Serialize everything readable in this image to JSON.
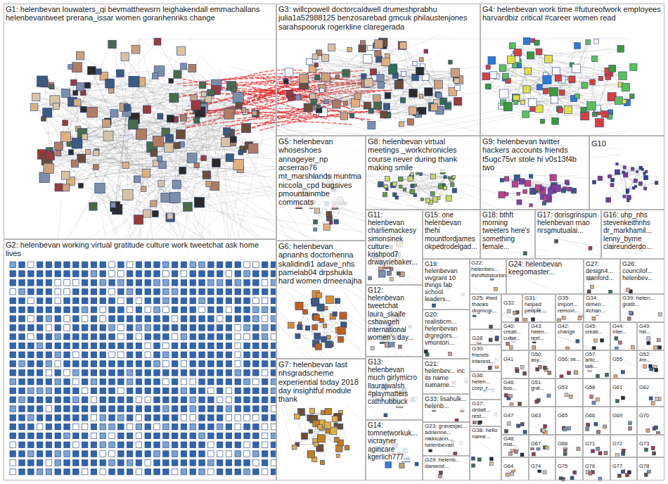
{
  "diagram": {
    "nodes": [
      {
        "text": [
          "G1: helenbevan louwaters_qi bevmatthewsrn leighakendall emmachallans helenbevantweet prerana_issar women goranhenriks change"
        ]
      },
      {
        "text": [
          "G3: willcpowell doctorcaldwell drumeshprabhu julia1a52988125 benzosarebad gmcuk philaustenjones sarahspooruk rogerkline claregerada"
        ]
      },
      {
        "text": [
          "G4: helenbevan work time #futureofwork employees harvardbiz critical #career women read"
        ]
      },
      {
        "text": [
          "G5: helenbevan whoseshoes annageyer_np acserrao76 mt_marshlands muntma niccola_cpd bugsives pmountainmbe commcats"
        ]
      },
      {
        "text": [
          "G8: helenbevan virtual meetings _workchronicles course never during thank making smile"
        ]
      },
      {
        "text": [
          "G9: helenbevan twitter hackers accounts friends t5ugc75vr stole hi v0s13f4b two"
        ]
      },
      {
        "text": [
          "G10"
        ]
      },
      {
        "text": [
          "G11: helenbevan charliemackesy simonsinek culture krishpod7 drwayriebaker..."
        ]
      },
      {
        "text": [
          "G15: one helenbevan thehi mountfordjames okpedrodelgad..."
        ]
      },
      {
        "text": [
          "G18: bthft morning tweeters here's something female..."
        ]
      },
      {
        "text": [
          "G17: dorisgrinspun helenbevan rnao nrsgmutualai..."
        ]
      },
      {
        "text": [
          "G16: uhp_nhs stevenkeithnhs dr_markhamil... lenny_byrne claireunderdo..."
        ]
      },
      {
        "text": [
          "G19: helenbevan vivgrant 10 things fab school leaders..."
        ]
      },
      {
        "text": [
          "G22: helenbev... #shiftdisturbin..."
        ]
      },
      {
        "text": [
          "G24: helenbevan keegomaster..."
        ]
      },
      {
        "text": [
          "G27: design4... stanford..."
        ]
      },
      {
        "text": [
          "G26: councilof... helenbev..."
        ]
      },
      {
        "text": [
          "G25: #iwd thanks drgmcgi..."
        ]
      },
      {
        "text": [
          "G32"
        ]
      },
      {
        "text": [
          "G31: helped people..."
        ]
      },
      {
        "text": [
          "G35: import... removi..."
        ]
      },
      {
        "text": [
          "G34: dimen... #chan..."
        ]
      },
      {
        "text": [
          "G39: helen... gratit..."
        ]
      },
      {
        "text": [
          "G12: helenbevan tweetchat laura_skaife cshawgeh international women's day..."
        ]
      },
      {
        "text": [
          "G20: realisticm... helenbevan drgregors... vmontori..."
        ]
      },
      {
        "text": [
          "G28"
        ]
      },
      {
        "text": [
          "G40: creati... cultur..."
        ]
      },
      {
        "text": [
          "G43: helen... rest..."
        ]
      },
      {
        "text": [
          "G42: change"
        ]
      },
      {
        "text": [
          "G45: creati..."
        ]
      },
      {
        "text": [
          "G44: inter..."
        ]
      },
      {
        "text": [
          "G49: hel..."
        ]
      },
      {
        "text": [
          "G30: friends interest..."
        ]
      },
      {
        "text": [
          "G41"
        ]
      },
      {
        "text": [
          "G50: asy..."
        ]
      },
      {
        "text": [
          "G56: se..."
        ]
      },
      {
        "text": [
          "G57: artic... talk..."
        ]
      },
      {
        "text": [
          "G55"
        ]
      },
      {
        "text": [
          "G52: #m..."
        ]
      },
      {
        "text": [
          "G21: helenbev... inc its name surname..."
        ]
      },
      {
        "text": [
          "G36: helen... corp_r..."
        ]
      },
      {
        "text": [
          "G46: boo..."
        ]
      },
      {
        "text": [
          "G51: grat..."
        ]
      },
      {
        "text": [
          "G53"
        ]
      },
      {
        "text": [
          "G58"
        ]
      },
      {
        "text": [
          "G61"
        ]
      },
      {
        "text": [
          "G62"
        ]
      },
      {
        "text": [
          "G2: helenbevan working virtual gratitude culture work tweetchat ask home lives"
        ]
      },
      {
        "text": [
          "G6: helenbevan apnanhs doctorhenna skalidindi1 adave_nhs pamelab04 drpshukla hard women drneenajha"
        ]
      },
      {
        "text": [
          "G13: helenbevan much girlymicro llaurajwalsh #playmatters cathhubbuck"
        ]
      },
      {
        "text": [
          "G33: lisahulk... helenb..."
        ]
      },
      {
        "text": [
          "G37: drdalt... rest..."
        ]
      },
      {
        "text": [
          "G47"
        ]
      },
      {
        "text": [
          "G63"
        ]
      },
      {
        "text": [
          "G65"
        ]
      },
      {
        "text": [
          "G66"
        ]
      },
      {
        "text": [
          "G69"
        ]
      },
      {
        "text": [
          "G70"
        ]
      },
      {
        "text": [
          "G23: gravesjac... adrienne... nikkicann... helenbevan"
        ]
      },
      {
        "text": [
          "G38: hello name..."
        ]
      },
      {
        "text": [
          "G48: mat..."
        ]
      },
      {
        "text": [
          "G67"
        ]
      },
      {
        "text": [
          "G68"
        ]
      },
      {
        "text": [
          "G71"
        ]
      },
      {
        "text": [
          "G72"
        ]
      },
      {
        "text": [
          "G73"
        ]
      },
      {
        "text": [
          "G7: helenbevan last nhsgradscheme experiential today 2018 day insightful module thank"
        ]
      },
      {
        "text": [
          "G14: tomnetworkuk... vicrayner agincare kgerlich777..."
        ]
      },
      {
        "text": [
          "G29: helenb... danwod..."
        ]
      },
      {
        "text": [
          "G64"
        ]
      },
      {
        "text": [
          "G74"
        ]
      },
      {
        "text": [
          "G75"
        ]
      },
      {
        "text": [
          "G76"
        ]
      },
      {
        "text": [
          "G77"
        ]
      },
      {
        "text": [
          "G78"
        ]
      }
    ]
  }
}
